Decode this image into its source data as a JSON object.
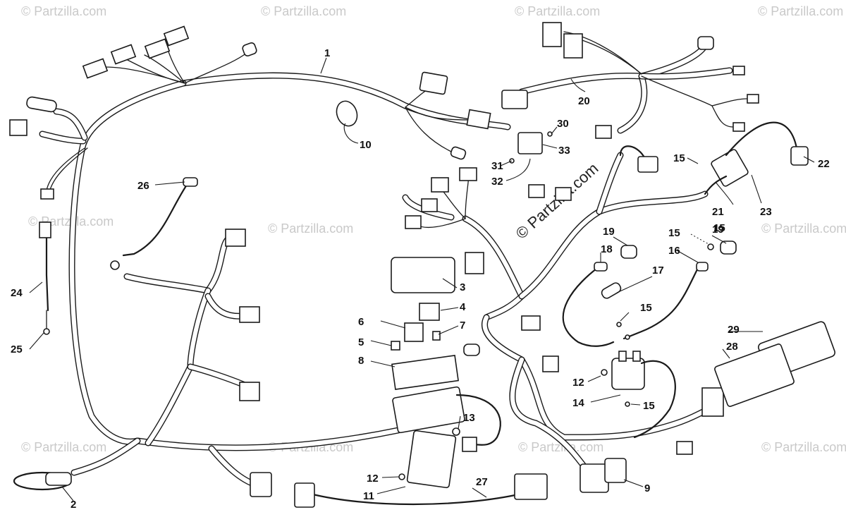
{
  "watermark": {
    "center_text": "© Partzilla.com",
    "tile_text": "© Partzilla.com"
  },
  "callouts": [
    "1",
    "2",
    "3",
    "4",
    "5",
    "6",
    "7",
    "8",
    "9",
    "10",
    "11",
    "12",
    "12",
    "13",
    "14",
    "15",
    "15",
    "15",
    "15",
    "15",
    "16",
    "17",
    "18",
    "19",
    "19",
    "20",
    "21",
    "22",
    "23",
    "24",
    "25",
    "26",
    "27",
    "28",
    "29",
    "30",
    "31",
    "32",
    "33"
  ],
  "colors": {
    "line": "#1a1a1a",
    "watermark": "#c9c9c9",
    "background": "#ffffff"
  }
}
